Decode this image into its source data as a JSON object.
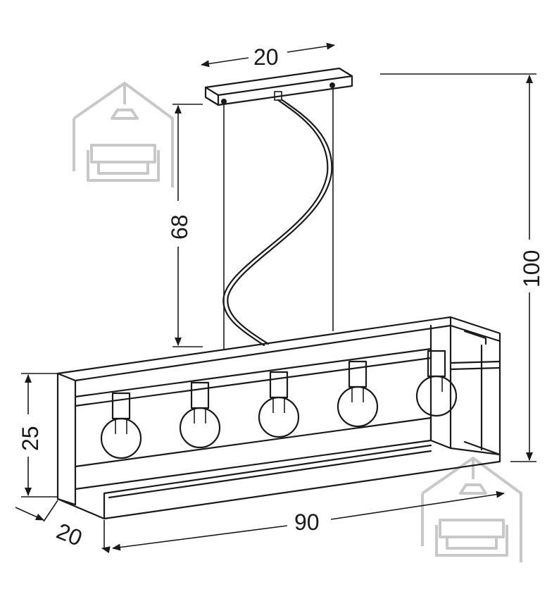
{
  "dimensions": {
    "canopy_width": "20",
    "cable_length": "68",
    "total_height": "100",
    "frame_height": "25",
    "frame_depth": "20",
    "frame_length": "90"
  },
  "bulbs": {
    "count": 5
  },
  "colors": {
    "line": "#1a1a1a",
    "watermark": "#c8c8c8",
    "background": "#ffffff"
  },
  "icons": [
    "house-sofa-watermark-icon",
    "house-sofa-watermark-icon"
  ]
}
